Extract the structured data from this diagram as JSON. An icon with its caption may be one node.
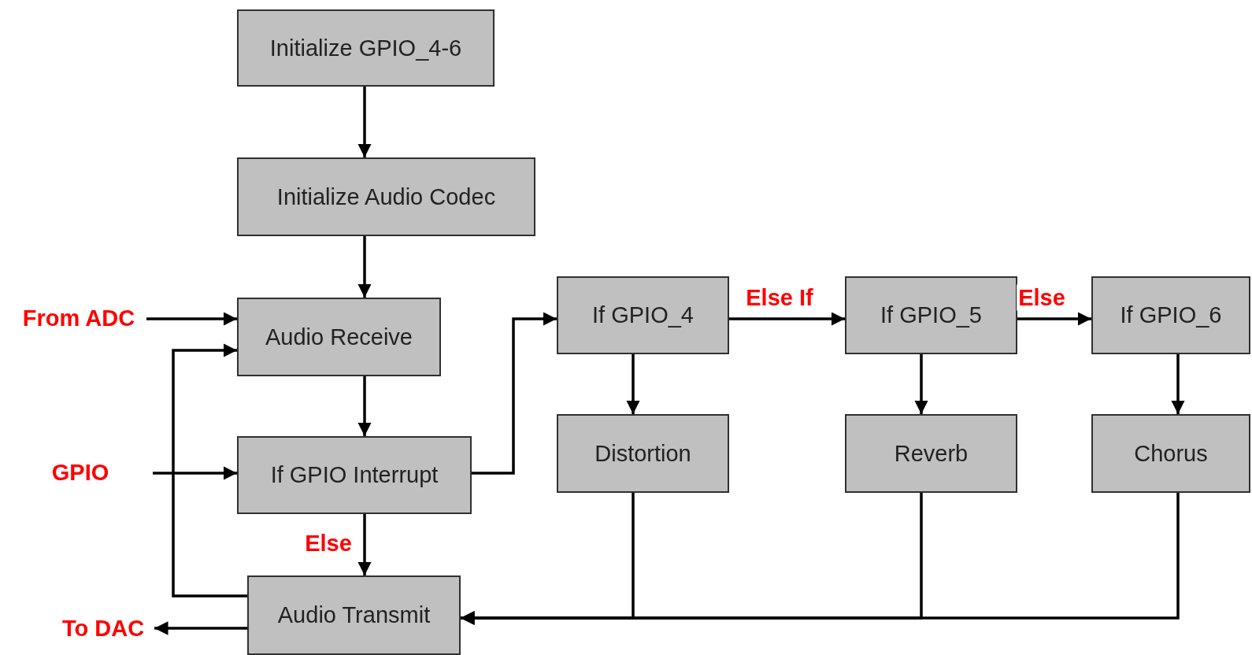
{
  "diagram": {
    "nodes": [
      {
        "text": [
          "Initialize GPIO_4-6"
        ]
      },
      {
        "text": [
          "Initialize Audio Codec"
        ]
      },
      {
        "text": [
          "Audio Receive"
        ]
      },
      {
        "text": [
          "If GPIO Interrupt"
        ]
      },
      {
        "text": [
          "Audio Transmit"
        ]
      },
      {
        "text": [
          "If GPIO_4"
        ]
      },
      {
        "text": [
          "If GPIO_5"
        ]
      },
      {
        "text": [
          "If GPIO_6"
        ]
      },
      {
        "text": [
          "Distortion"
        ]
      },
      {
        "text": [
          "Reverb"
        ]
      },
      {
        "text": [
          "Chorus"
        ]
      },
      {
        "text": [
          "From ADC"
        ]
      },
      {
        "text": [
          "GPIO"
        ]
      },
      {
        "text": [
          "To DAC"
        ]
      }
    ],
    "edges": [
      {
        "from": 0,
        "to": 1,
        "arrow": "to"
      },
      {
        "from": 1,
        "to": 2,
        "arrow": "to"
      },
      {
        "from": 2,
        "to": 3,
        "arrow": "to"
      },
      {
        "from": 3,
        "to": 4,
        "arrow": "to",
        "label": "Else"
      },
      {
        "from": 3,
        "to": 5,
        "arrow": "to"
      },
      {
        "from": 5,
        "to": 6,
        "arrow": "to",
        "label": "Else If"
      },
      {
        "from": 6,
        "to": 7,
        "arrow": "to",
        "label": "Else"
      },
      {
        "from": 5,
        "to": 8,
        "arrow": "to"
      },
      {
        "from": 6,
        "to": 9,
        "arrow": "to"
      },
      {
        "from": 7,
        "to": 10,
        "arrow": "to"
      },
      {
        "from": 8,
        "to": 4,
        "arrow": "to"
      },
      {
        "from": 9,
        "to": 4,
        "arrow": "to"
      },
      {
        "from": 10,
        "to": 4,
        "arrow": "to"
      },
      {
        "from": 11,
        "to": 2,
        "arrow": "to"
      },
      {
        "from": 12,
        "to": 3,
        "arrow": "to"
      },
      {
        "from": 4,
        "to": 13,
        "arrow": "to"
      },
      {
        "from": 4,
        "to": 2,
        "arrow": "to"
      }
    ]
  }
}
